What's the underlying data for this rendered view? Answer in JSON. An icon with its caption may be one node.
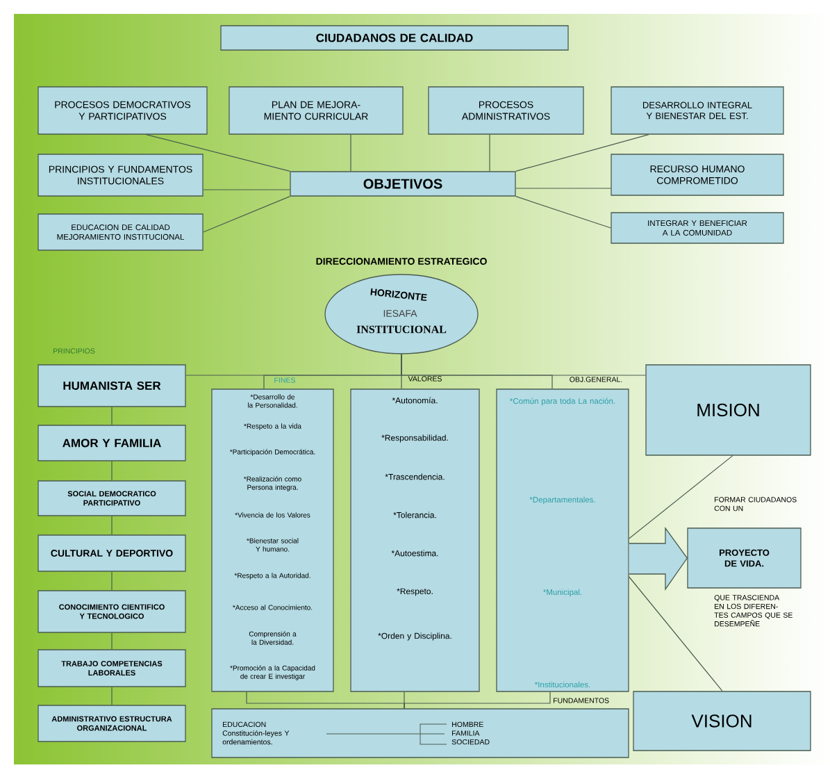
{
  "diagram": {
    "nodes": [
      {
        "text": [
          "CIUDADANOS DE CALIDAD"
        ]
      },
      {
        "text": [
          "PROCESOS DEMOCRATIVOS Y PARTICIPATIVOS"
        ]
      },
      {
        "text": [
          "PLAN DE MEJORA- MIENTO CURRICULAR"
        ]
      },
      {
        "text": [
          "PROCESOS ADMINISTRATIVOS"
        ]
      },
      {
        "text": [
          "DESARROLLO INTEGRAL Y BIENESTAR DEL EST."
        ]
      },
      {
        "text": [
          "PRINCIPIOS Y FUNDAMENTOS INSTITUCIONALES"
        ]
      },
      {
        "text": [
          "OBJETIVOS"
        ]
      },
      {
        "text": [
          "RECURSO HUMANO COMPROMETIDO"
        ]
      },
      {
        "text": [
          "EDUCACION DE CALIDAD MEJORAMIENTO INSTITUCIONAL"
        ]
      },
      {
        "text": [
          "INTEGRAR Y BENEFICIAR A LA COMUNIDAD"
        ]
      },
      {
        "text": [
          "HORIZONTE",
          "IESAFA",
          "INSTITUCIONAL"
        ],
        "beside": [
          "DIRECCIONAMIENTO ESTRATEGICO"
        ]
      },
      {
        "text": [
          "HUMANISTA SER"
        ]
      },
      {
        "text": [
          "AMOR Y FAMILIA"
        ]
      },
      {
        "text": [
          "SOCIAL DEMOCRATICO PARTICIPATIVO"
        ]
      },
      {
        "text": [
          "CULTURAL Y DEPORTIVO"
        ]
      },
      {
        "text": [
          "CONOCIMIENTO CIENTIFICO Y TECNOLOGICO"
        ]
      },
      {
        "text": [
          "TRABAJO COMPETENCIAS LABORALES"
        ]
      },
      {
        "text": [
          "ADMINISTRATIVO ESTRUCTURA ORGANIZACIONAL"
        ]
      },
      {
        "text": [
          "FINES",
          "*Desarrollo de la Personalidad.",
          "*Respeto a la vida",
          "*Participación Democrática.",
          "*Realización como Persona integra.",
          "*Vivencia de los Valores",
          "*Bienestar social Y humano.",
          "*Respeto a la Autoridad.",
          "*Acceso al Conocimiento.",
          "Comprensión a la Diversidad.",
          "*Promoción a la Capacidad de crear E investigar"
        ]
      },
      {
        "text": [
          "VALORES",
          "*Autonomía.",
          "*Responsabilidad.",
          "*Trascendencia.",
          "*Tolerancia.",
          "*Autoestima.",
          "*Respeto.",
          "*Orden y Disciplina."
        ]
      },
      {
        "text": [
          "OBJ.GENERAL.",
          "*Común para toda La nación.",
          "*Departamentales.",
          "*Municipal.",
          "*Institucionales."
        ]
      },
      {
        "text": [
          "MISION"
        ]
      },
      {
        "text": [
          "PROYECTO DE VIDA."
        ],
        "beside": [
          "FORMAR CIUDADANOS CON UN",
          "QUE TRASCIENDA EN LOS DIFEREN- TES CAMPOS QUE SE DESEMPEÑE"
        ]
      },
      {
        "text": [
          "VISION"
        ]
      },
      {
        "text": [
          "EDUCACION Constitución-leyes Y ordenamientos.",
          "HOMBRE FAMILIA SOCIEDAD"
        ]
      }
    ],
    "edges": [
      {
        "from": 1,
        "to": 6,
        "arrow": "none"
      },
      {
        "from": 2,
        "to": 6,
        "arrow": "none"
      },
      {
        "from": 3,
        "to": 6,
        "arrow": "none"
      },
      {
        "from": 4,
        "to": 6,
        "arrow": "none"
      },
      {
        "from": 5,
        "to": 6,
        "arrow": "none"
      },
      {
        "from": 7,
        "to": 6,
        "arrow": "none"
      },
      {
        "from": 8,
        "to": 6,
        "arrow": "none"
      },
      {
        "from": 9,
        "to": 6,
        "arrow": "none"
      },
      {
        "from": 10,
        "to": 11,
        "arrow": "none"
      },
      {
        "from": 10,
        "to": 18,
        "arrow": "none"
      },
      {
        "from": 10,
        "to": 19,
        "arrow": "none"
      },
      {
        "from": 10,
        "to": 20,
        "arrow": "none"
      },
      {
        "from": 10,
        "to": 21,
        "arrow": "none"
      },
      {
        "from": 11,
        "to": 12,
        "arrow": "none"
      },
      {
        "from": 12,
        "to": 13,
        "arrow": "none"
      },
      {
        "from": 13,
        "to": 14,
        "arrow": "none"
      },
      {
        "from": 14,
        "to": 15,
        "arrow": "none"
      },
      {
        "from": 15,
        "to": 16,
        "arrow": "none"
      },
      {
        "from": 16,
        "to": 17,
        "arrow": "none"
      },
      {
        "from": 18,
        "to": 24,
        "arrow": "none"
      },
      {
        "from": 19,
        "to": 24,
        "arrow": "none"
      },
      {
        "from": 20,
        "to": 24,
        "arrow": "none"
      },
      {
        "from": 20,
        "to": 21,
        "arrow": "none"
      },
      {
        "from": 20,
        "to": 23,
        "arrow": "none"
      },
      {
        "from": 20,
        "to": 22,
        "arrow": "to"
      }
    ],
    "labels": [
      "PRINCIPIOS",
      "FUNDAMENTOS"
    ]
  }
}
